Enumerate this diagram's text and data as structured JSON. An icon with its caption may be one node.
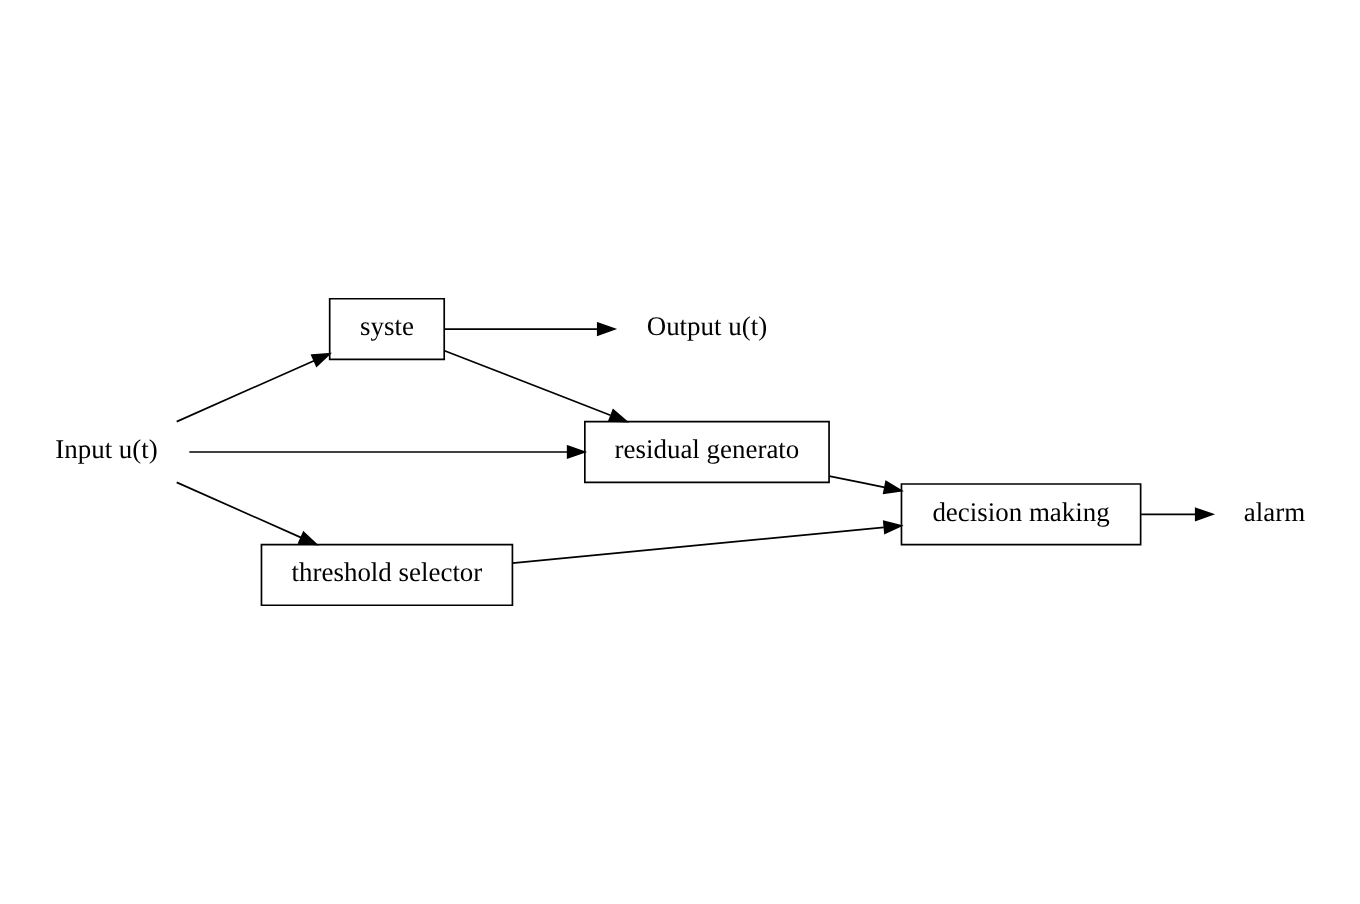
{
  "diagram": {
    "nodes": [
      {
        "text": [
          "Input u(t)"
        ]
      },
      {
        "text": [
          "syste"
        ]
      },
      {
        "text": [
          "Output u(t)"
        ]
      },
      {
        "text": [
          "residual generato"
        ]
      },
      {
        "text": [
          "decision making"
        ]
      },
      {
        "text": [
          "threshold selector"
        ]
      },
      {
        "text": [
          "alarm"
        ]
      }
    ],
    "edges": [
      {
        "from": 0,
        "to": 1,
        "arrow": "to"
      },
      {
        "from": 1,
        "to": 2,
        "arrow": "to"
      },
      {
        "from": 1,
        "to": 3,
        "arrow": "to"
      },
      {
        "from": 0,
        "to": 3,
        "arrow": "to"
      },
      {
        "from": 0,
        "to": 5,
        "arrow": "to"
      },
      {
        "from": 3,
        "to": 4,
        "arrow": "to"
      },
      {
        "from": 5,
        "to": 4,
        "arrow": "to"
      },
      {
        "from": 4,
        "to": 6,
        "arrow": "to"
      }
    ]
  }
}
